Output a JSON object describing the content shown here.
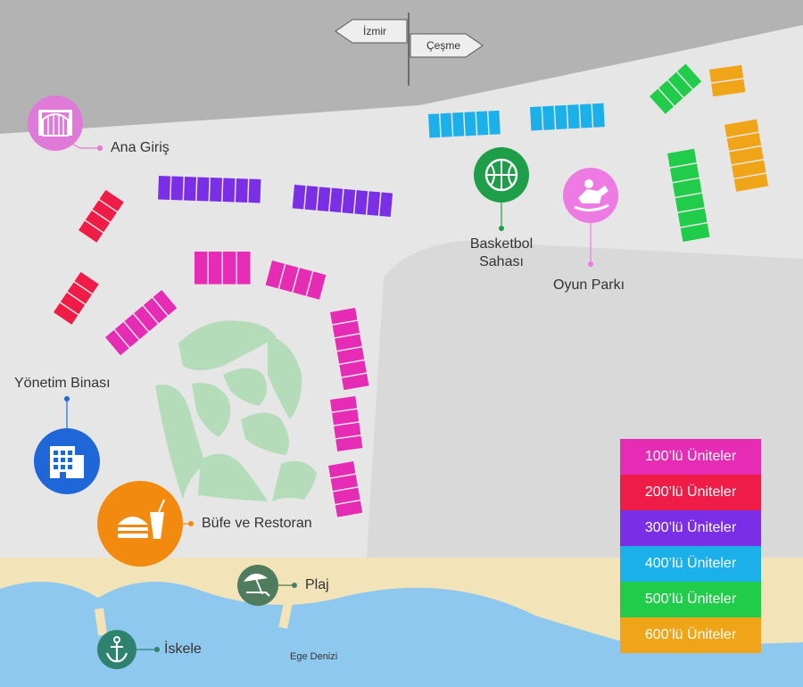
{
  "signs": {
    "left": "İzmir",
    "right": "Çeşme"
  },
  "poi": {
    "main_entrance": "Ana Giriş",
    "basketball": "Basketbol\nSahası",
    "playground": "Oyun Parkı",
    "admin_building": "Yönetim Binası",
    "restaurant": "Büfe ve Restoran",
    "beach": "Plaj",
    "pier": "İskele",
    "sea": "Ege Denizi"
  },
  "legend": [
    {
      "label": "100’lü Üniteler",
      "color": "#e62cb4"
    },
    {
      "label": "200’lü Üniteler",
      "color": "#ef1c48"
    },
    {
      "label": "300’lü Üniteler",
      "color": "#7a2ee6"
    },
    {
      "label": "400’lü Üniteler",
      "color": "#1bb0ea"
    },
    {
      "label": "500’lü Üniteler",
      "color": "#22cc4b"
    },
    {
      "label": "600’lü Üniteler",
      "color": "#f0a418"
    }
  ],
  "colors": {
    "road": "#b3b3b3",
    "ground": "#e6e6e6",
    "beach": "#f2e3b8",
    "sea": "#8fc8ee",
    "park": "#b4dcb8",
    "entrance_icon": "#e07ad9",
    "basketball_icon": "#1f9e4a",
    "playground_icon": "#ee7ae3",
    "admin_icon": "#1f67d8",
    "restaurant_icon": "#f28a10",
    "beach_icon": "#4f7c5c",
    "pier_icon": "#2e8270"
  },
  "icons": {
    "main_entrance": "gate-icon",
    "basketball": "basketball-icon",
    "playground": "rocking-horse-icon",
    "admin_building": "building-icon",
    "restaurant": "burger-drink-icon",
    "beach": "beach-umbrella-icon",
    "pier": "anchor-icon"
  }
}
